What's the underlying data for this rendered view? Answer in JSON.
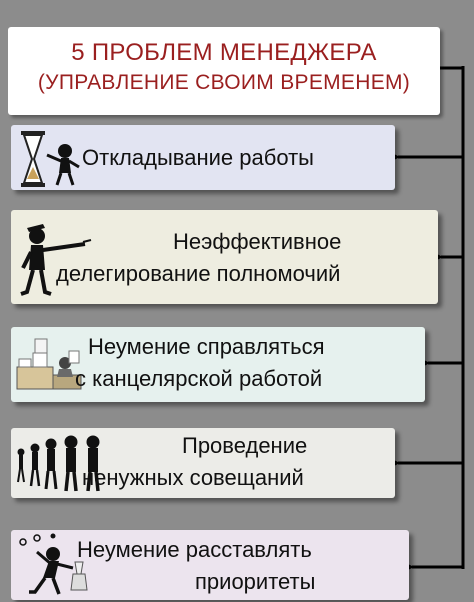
{
  "title": {
    "main": "5 ПРОБЛЕМ МЕНЕДЖЕРА",
    "sub": "(УПРАВЛЕНИЕ СВОИМ ВРЕМЕНЕМ)"
  },
  "problems": [
    {
      "lines": [
        "Откладывание работы"
      ],
      "icon": "hourglass-figure-icon"
    },
    {
      "lines": [
        "Неэффективное",
        "делегирование полномочий"
      ],
      "icon": "pointing-figure-icon"
    },
    {
      "lines": [
        "Неумение справляться",
        "с канцелярской работой"
      ],
      "icon": "paper-desk-icon"
    },
    {
      "lines": [
        "Проведение",
        "ненужных совещаний"
      ],
      "icon": "meeting-people-icon"
    },
    {
      "lines": [
        "Неумение расставлять",
        "приоритеты"
      ],
      "icon": "juggling-figure-icon"
    }
  ],
  "colors": {
    "background": "#8c8c8c",
    "title_text": "#9a1f1f",
    "connector": "#000000"
  }
}
